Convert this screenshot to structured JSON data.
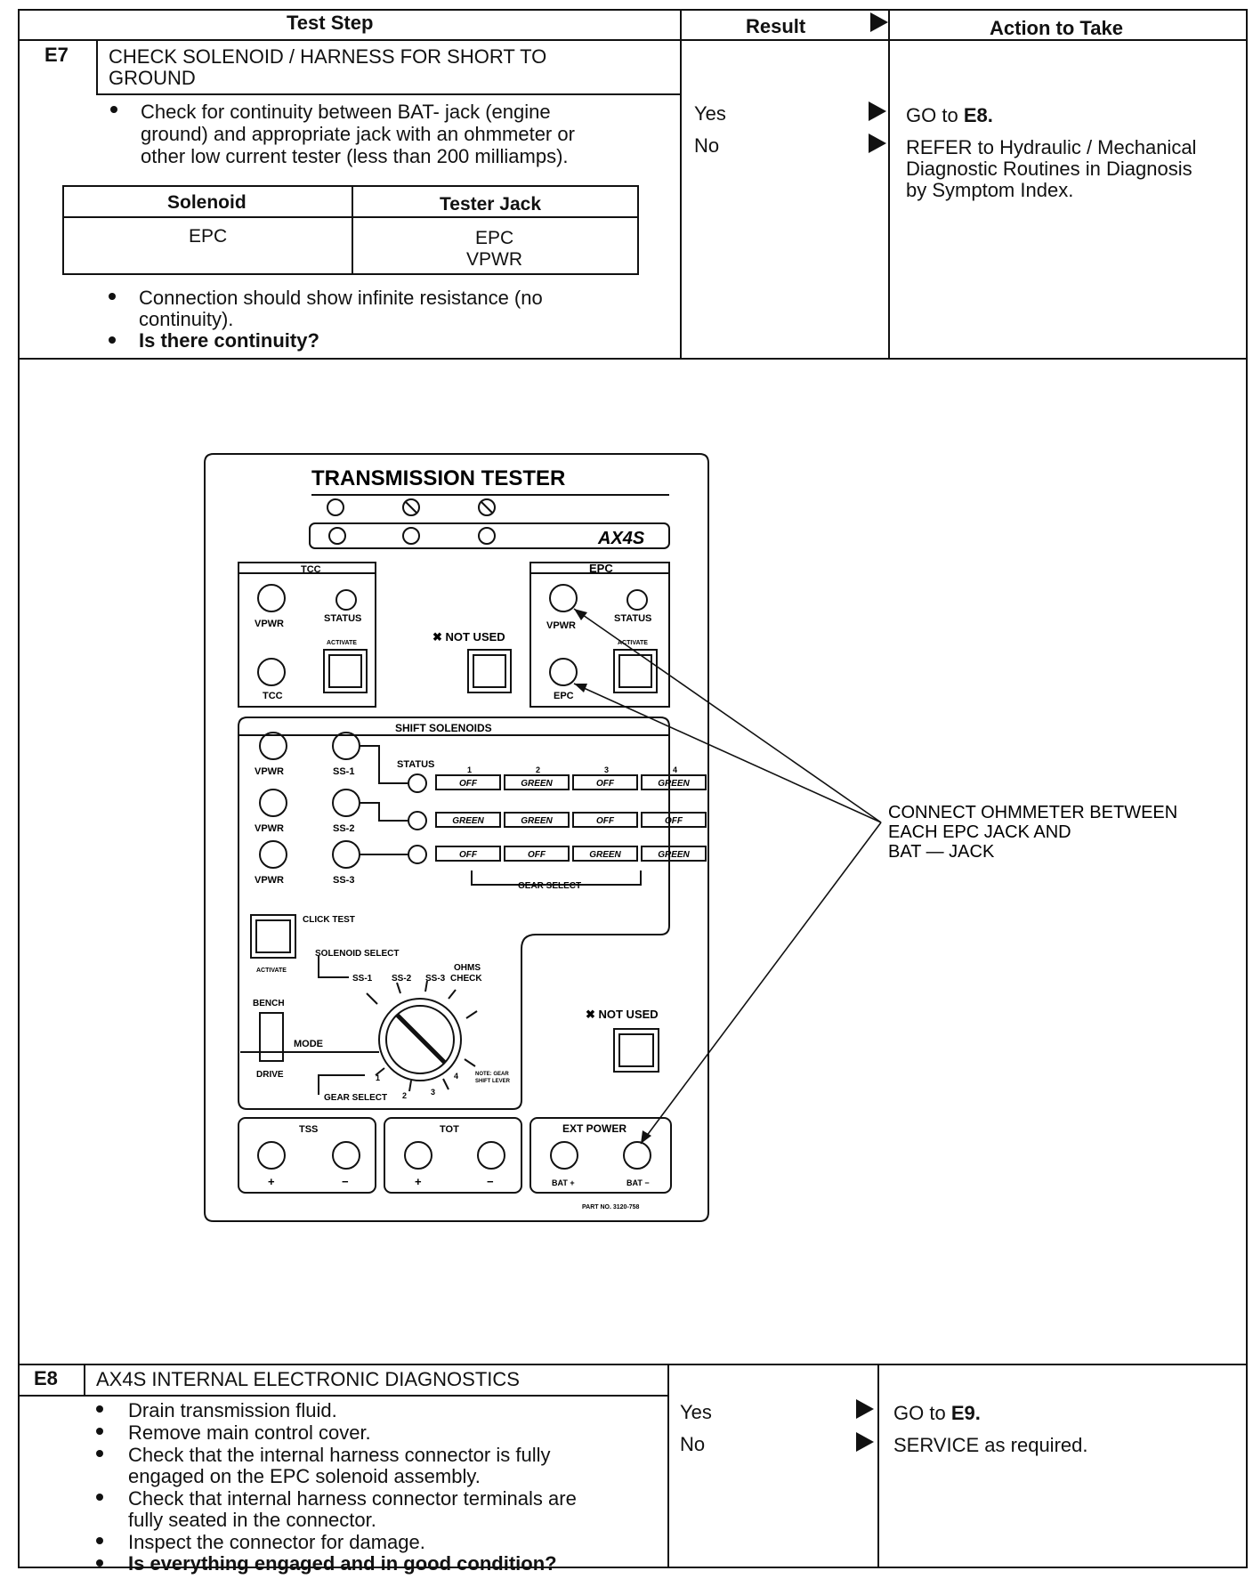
{
  "header": {
    "test_step": "Test Step",
    "result": "Result",
    "action": "Action to Take"
  },
  "e7": {
    "code": "E7",
    "title_line1": "CHECK SOLENOID / HARNESS FOR SHORT TO",
    "title_line2": "GROUND",
    "bullet1": [
      "Check for continuity between BAT- jack (engine",
      "ground) and appropriate jack with an ohmmeter or",
      "other low current tester (less than 200 milliamps)."
    ],
    "table": {
      "col1": "Solenoid",
      "col2": "Tester Jack",
      "solenoid": "EPC",
      "jacks": [
        "EPC",
        "VPWR"
      ]
    },
    "bullet2": [
      "Connection should show infinite resistance (no",
      "continuity)."
    ],
    "question": "Is there continuity?",
    "yes": "Yes",
    "no": "No",
    "action_yes_prefix": "GO to",
    "action_yes_target": "E8.",
    "action_no": [
      "REFER to Hydraulic / Mechanical",
      "Diagnostic Routines in Diagnosis",
      "by Symptom Index."
    ]
  },
  "diagram": {
    "title": "TRANSMISSION TESTER",
    "model": "AX4S",
    "tcc_label": "TCC",
    "epc_label": "EPC",
    "vpwr": "VPWR",
    "status": "STATUS",
    "activate": "ACTIVATE",
    "tcc_jack": "TCC",
    "epc_jack": "EPC",
    "not_used": "✖ NOT USED",
    "shift_solenoids": "SHIFT SOLENOIDS",
    "ss": [
      "SS-1",
      "SS-2",
      "SS-3"
    ],
    "gear_nums": [
      "1",
      "2",
      "3",
      "4"
    ],
    "rows": [
      [
        "OFF",
        "GREEN",
        "OFF",
        "GREEN"
      ],
      [
        "GREEN",
        "GREEN",
        "OFF",
        "OFF"
      ],
      [
        "OFF",
        "OFF",
        "GREEN",
        "GREEN"
      ]
    ],
    "gear_select": "GEAR SELECT",
    "click_test": "CLICK TEST",
    "solenoid_select": "SOLENOID SELECT",
    "sel_ss1": "SS-1",
    "sel_ss2": "SS-2",
    "sel_ss3": "SS-3",
    "ohms_check": [
      "OHMS",
      "CHECK"
    ],
    "bench": "BENCH",
    "mode": "MODE",
    "drive": "DRIVE",
    "dial_nums": [
      "1",
      "2",
      "3",
      "4"
    ],
    "note_gear": [
      "NOTE: GEAR",
      "SHIFT LEVER"
    ],
    "tss": "TSS",
    "tot": "TOT",
    "ext_power": "EXT POWER",
    "plus": "+",
    "minus": "−",
    "bat_plus": "BAT +",
    "bat_minus": "BAT −",
    "part_no": "PART NO. 3120-758",
    "callout": [
      "CONNECT OHMMETER BETWEEN",
      "EACH EPC JACK AND",
      "BAT — JACK"
    ]
  },
  "e8": {
    "code": "E8",
    "title": "AX4S INTERNAL ELECTRONIC DIAGNOSTICS",
    "bullets": [
      [
        "Drain transmission fluid."
      ],
      [
        "Remove main control cover."
      ],
      [
        "Check that the internal harness connector is fully",
        "engaged on the EPC solenoid assembly."
      ],
      [
        "Check that internal harness connector terminals are",
        "fully seated in the connector."
      ],
      [
        "Inspect the connector for damage."
      ]
    ],
    "question": "Is everything engaged and in good condition?",
    "yes": "Yes",
    "no": "No",
    "action_yes_prefix": "GO to",
    "action_yes_target": "E9.",
    "action_no": "SERVICE as required."
  }
}
